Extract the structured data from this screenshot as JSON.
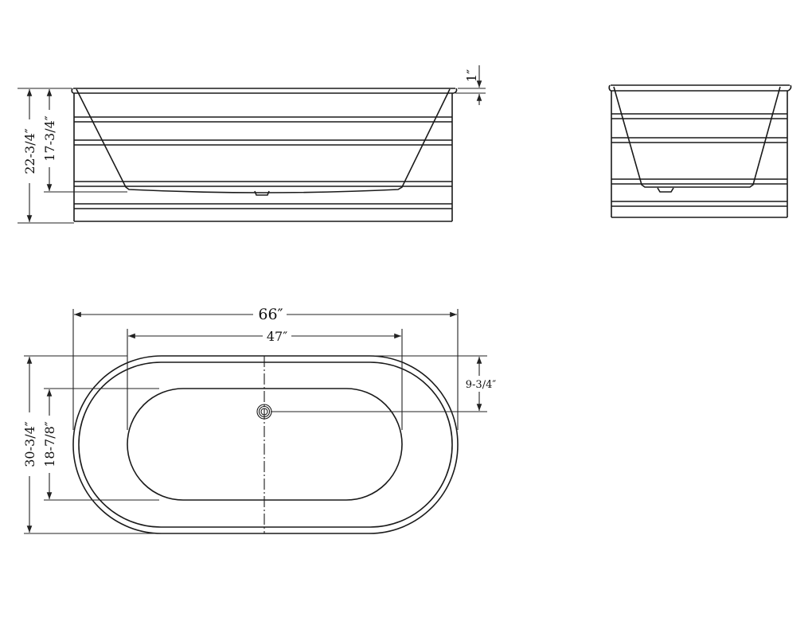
{
  "drawing": {
    "front_view": {
      "overall_height": "22-3/4″",
      "interior_depth": "17-3/4″",
      "rim_thickness": "1″"
    },
    "top_view": {
      "overall_length": "66″",
      "interior_bottom_length": "47″",
      "overall_width": "30-3/4″",
      "interior_bottom_width": "18-7/8″",
      "drain_offset": "9-3/4″"
    },
    "line_color": "#1a1a1a"
  }
}
